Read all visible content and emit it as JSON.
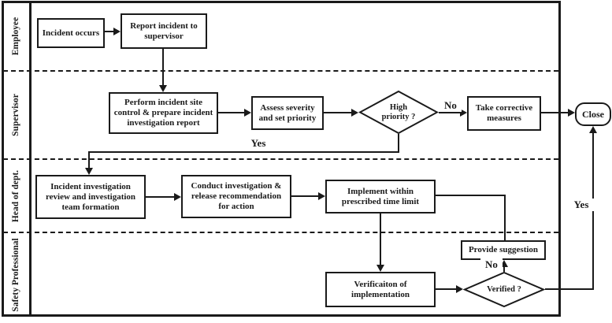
{
  "diagram": {
    "title": "Incident reporting and investigation swimlane flowchart",
    "colors": {
      "line": "#1a1a1a",
      "background": "#ffffff"
    },
    "lanes": [
      {
        "label": "Employee"
      },
      {
        "label": "Supervisor"
      },
      {
        "label": "Head of dept."
      },
      {
        "label": "Safety Professional"
      }
    ],
    "nodes": {
      "incident_occurs": "Incident occurs",
      "report_incident": "Report incident to supervisor",
      "perform_control": "Perform incident site control & prepare incident investigation report",
      "assess_severity": "Assess severity and set priority",
      "high_priority": "High priority ?",
      "take_corrective": "Take corrective measures",
      "close": "Close",
      "incident_review": "Incident investigation review and investigation team formation",
      "conduct_investigation": "Conduct investigation & release recommendation for action",
      "implement_within": "Implement within prescribed time limit",
      "provide_suggestion": "Provide suggestion",
      "verification": "Verificaiton of implementation",
      "verified": "Verified ?"
    },
    "edge_labels": {
      "no_high_priority": "No",
      "yes_high_priority": "Yes",
      "no_verified": "No",
      "yes_verified": "Yes"
    }
  }
}
